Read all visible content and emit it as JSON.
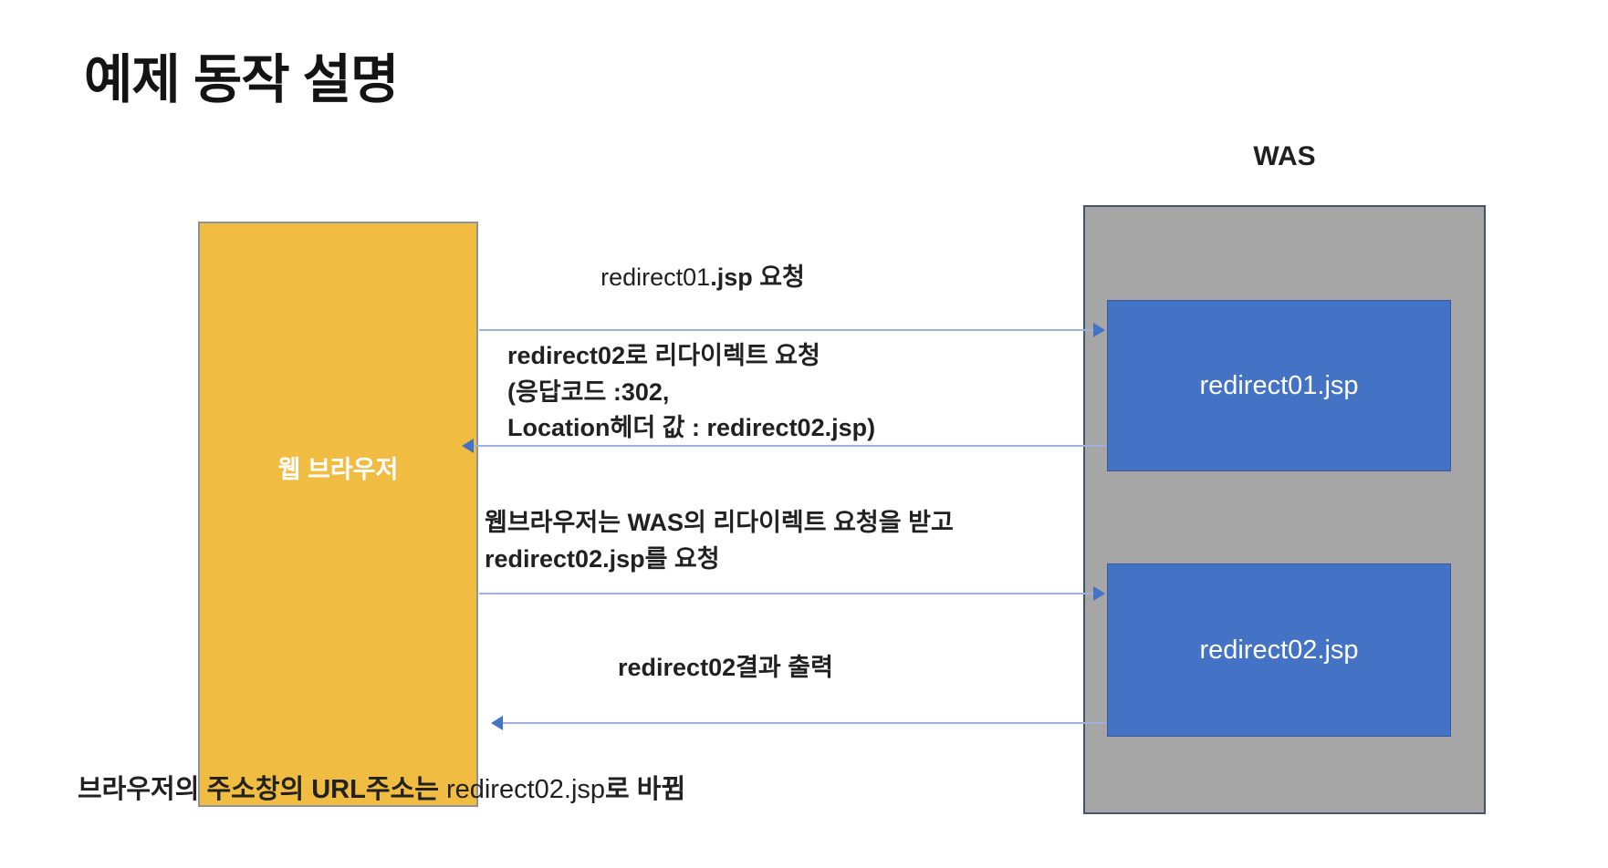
{
  "title": "예제 동작 설명",
  "browser": {
    "label": "웹 브라우저"
  },
  "was": {
    "label": "WAS",
    "boxes": [
      {
        "label": "redirect01.jsp"
      },
      {
        "label": "redirect02.jsp"
      }
    ]
  },
  "messages": {
    "request1": {
      "normal": "redirect01",
      "bold": ".jsp 요청"
    },
    "response1": {
      "line1": "redirect02로 리다이렉트 요청",
      "line2": "(응답코드 :302,",
      "line3": "Location헤더 값 : redirect02.jsp)"
    },
    "request2": {
      "line1": "웹브라우저는 WAS의 리다이렉트 요청을 받고",
      "line2": "redirect02.jsp를 요청"
    },
    "response2": {
      "label": "redirect02결과 출력"
    },
    "note": {
      "bold_head": "브라우저의 주소창의 URL주소는 ",
      "normal": "redirect02.jsp",
      "bold_tail": "로 바뀜"
    }
  },
  "colors": {
    "browser_fill": "#F0BC42",
    "was_fill": "#A6A6A6",
    "jsp_fill": "#4472C4",
    "arrow_line": "#9DB1DD",
    "arrow_head": "#4472C4",
    "text": "#212121"
  }
}
